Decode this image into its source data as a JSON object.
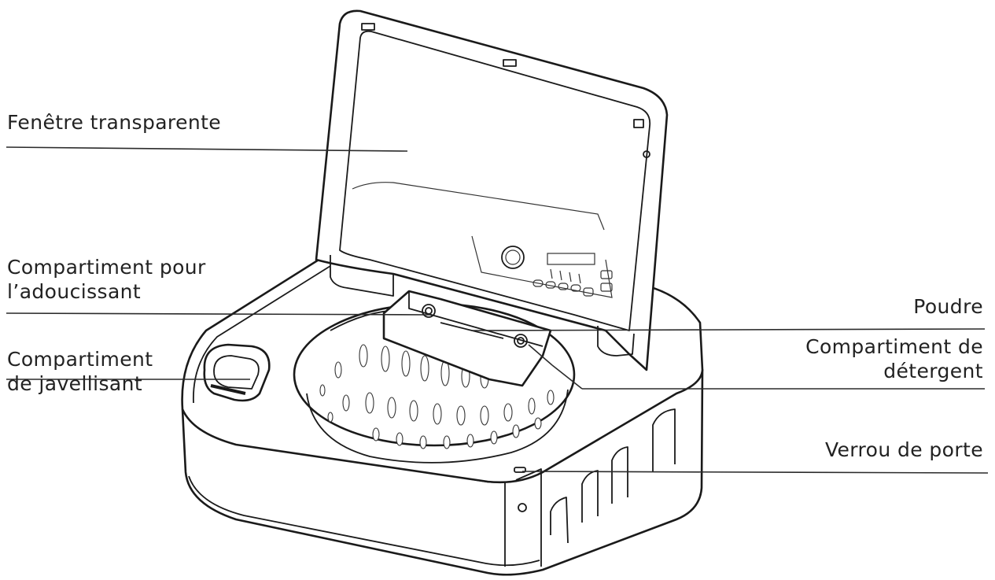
{
  "labels": {
    "window": "Fenêtre transparente",
    "softener_line1": "Compartiment pour",
    "softener_line2": "l’adoucissant",
    "bleach_line1": "Compartiment",
    "bleach_line2": "de javellisant",
    "powder": "Poudre",
    "detergent_line1": "Compartiment de",
    "detergent_line2": "détergent",
    "door_lock": "Verrou de porte"
  }
}
